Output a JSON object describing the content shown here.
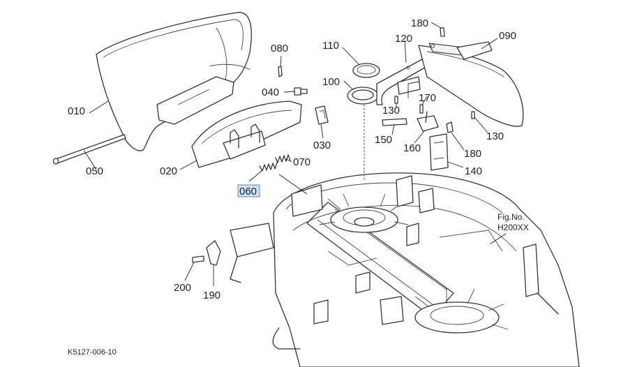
{
  "parts": [
    {
      "id": "010",
      "label": "010"
    },
    {
      "id": "020",
      "label": "020"
    },
    {
      "id": "030",
      "label": "030"
    },
    {
      "id": "040",
      "label": "040"
    },
    {
      "id": "050",
      "label": "050"
    },
    {
      "id": "060",
      "label": "060",
      "highlighted": true
    },
    {
      "id": "070",
      "label": "070"
    },
    {
      "id": "080",
      "label": "080"
    },
    {
      "id": "090",
      "label": "090"
    },
    {
      "id": "100",
      "label": "100"
    },
    {
      "id": "110",
      "label": "110"
    },
    {
      "id": "120",
      "label": "120"
    },
    {
      "id": "130a",
      "label": "130"
    },
    {
      "id": "130b",
      "label": "130"
    },
    {
      "id": "140",
      "label": "140"
    },
    {
      "id": "150",
      "label": "150"
    },
    {
      "id": "160",
      "label": "160"
    },
    {
      "id": "170",
      "label": "170"
    },
    {
      "id": "180a",
      "label": "180"
    },
    {
      "id": "180b",
      "label": "180"
    },
    {
      "id": "190",
      "label": "190"
    },
    {
      "id": "200",
      "label": "200"
    }
  ],
  "figure": {
    "line1": "Fig.No.",
    "line2": "H200XX"
  },
  "code": "K5127-006-10",
  "highlight_color": "#cfe0f3"
}
